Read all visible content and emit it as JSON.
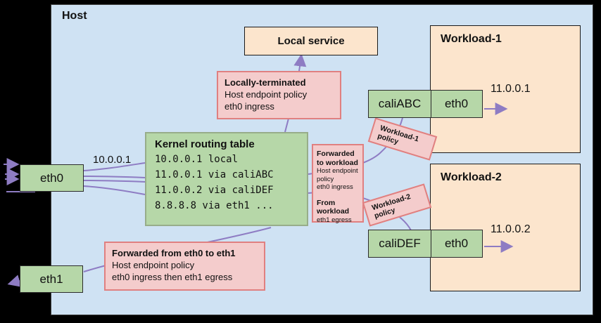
{
  "host": {
    "label": "Host"
  },
  "local_service": {
    "label": "Local service"
  },
  "workloads": [
    {
      "title": "Workload-1",
      "ip": "11.0.0.1"
    },
    {
      "title": "Workload-2",
      "ip": "11.0.0.2"
    }
  ],
  "routing_table": {
    "title": "Kernel routing table",
    "entries": [
      "10.0.0.1 local",
      "11.0.0.1 via caliABC",
      "11.0.0.2 via caliDEF",
      "8.8.8.8 via eth1 ..."
    ]
  },
  "policies": {
    "locally_terminated": {
      "title": "Locally-terminated",
      "line1": "Host endpoint policy",
      "line2": "eth0 ingress"
    },
    "forwarded_to_workload": {
      "title1": "Forwarded to workload",
      "line1a": "Host endpoint policy",
      "line1b": "eth0 ingress",
      "title2": "From workload",
      "line2a": "eth1 egress"
    },
    "forwarded_eth0_eth1": {
      "title": "Forwarded from eth0 to eth1",
      "line1": "Host endpoint policy",
      "line2": "eth0 ingress then eth1 egress"
    },
    "workload1_policy": {
      "label": "Workload-1 policy"
    },
    "workload2_policy": {
      "label": "Workload-2 policy"
    }
  },
  "interfaces": {
    "host_eth0": "eth0",
    "host_eth1": "eth1",
    "cali_abc": "caliABC",
    "cali_def": "caliDEF",
    "wl1_eth0": "eth0",
    "wl2_eth0": "eth0"
  },
  "labels": {
    "eth0_ip": "10.0.0.1"
  },
  "colors": {
    "host_bg": "#cfe2f3",
    "workload_bg": "#fce5cd",
    "green_bg": "#b6d7a8",
    "policy_bg": "#f4cccc",
    "policy_border": "#e08080",
    "line_purple": "#8e7cc3"
  }
}
